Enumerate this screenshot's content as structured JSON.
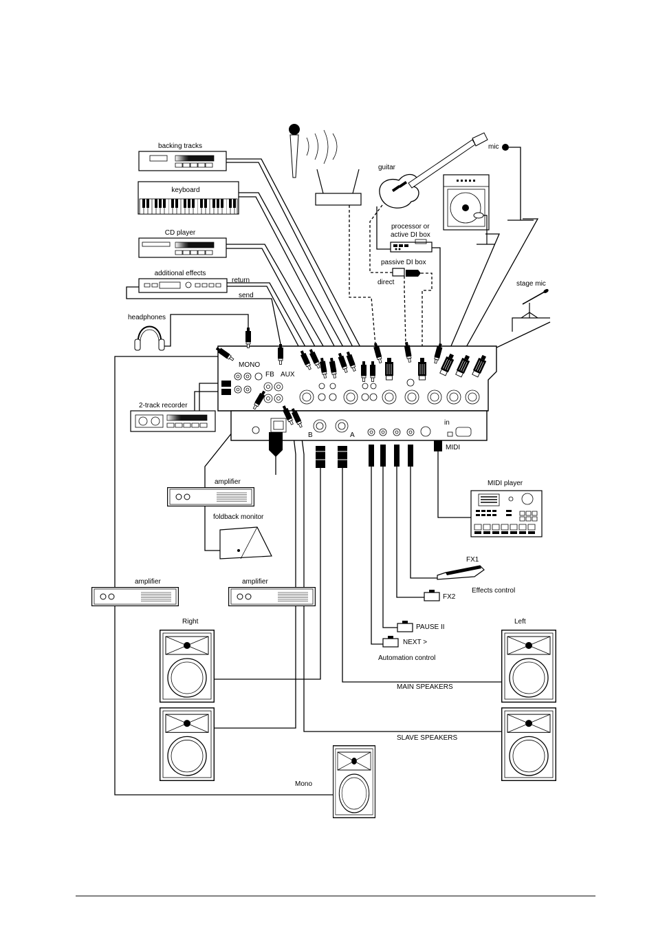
{
  "sources": {
    "backing_tracks": "backing tracks",
    "keyboard": "keyboard",
    "cd_player": "CD player",
    "additional_effects": "additional effects",
    "return": "return",
    "send": "send",
    "headphones": "headphones",
    "two_track_recorder": "2-track recorder"
  },
  "mixer": {
    "mono": "MONO",
    "fb": "FB",
    "aux": "AUX",
    "out_b": "B",
    "out_a": "A",
    "midi_in": "in",
    "midi": "MIDI"
  },
  "inputs": {
    "guitar": "guitar",
    "processor_line1": "processor or",
    "processor_line2": "active DI box",
    "passive_di": "passive DI box",
    "direct": "direct",
    "mic": "mic",
    "stage_mic": "stage mic"
  },
  "monitoring": {
    "amplifier": "amplifier",
    "foldback_monitor": "foldback monitor"
  },
  "midi_player": "MIDI player",
  "controls": {
    "fx1": "FX1",
    "effects_control": "Effects control",
    "fx2": "FX2",
    "pause": "PAUSE II",
    "next": "NEXT >",
    "automation_control": "Automation control"
  },
  "speakers": {
    "amplifier_left": "amplifier",
    "amplifier_right": "amplifier",
    "right": "Right",
    "left": "Left",
    "main_speakers": "MAIN SPEAKERS",
    "slave_speakers": "SLAVE SPEAKERS",
    "mono": "Mono"
  }
}
